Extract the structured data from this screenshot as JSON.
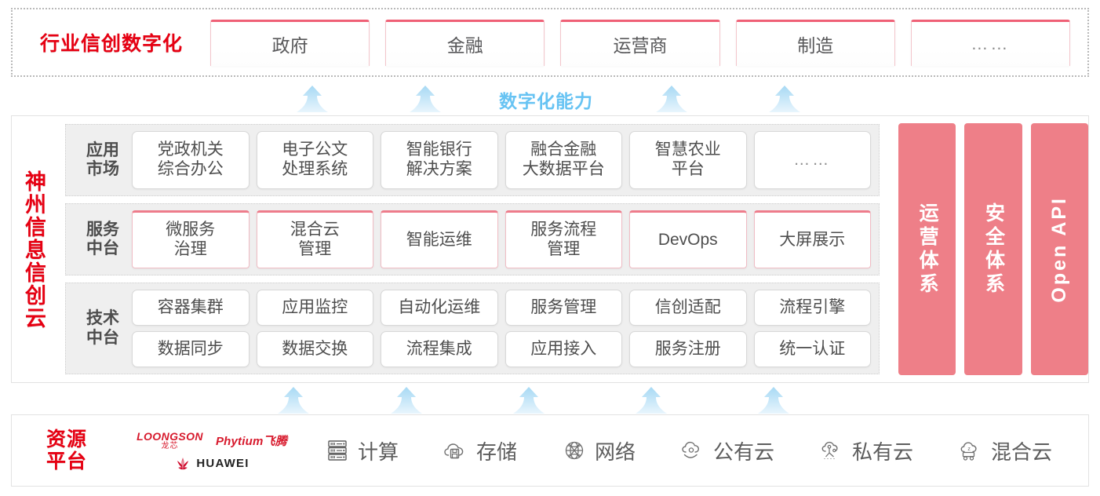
{
  "industry": {
    "title": "行业信创数字化",
    "cards": [
      {
        "label": "政府"
      },
      {
        "label": "金融"
      },
      {
        "label": "运营商"
      },
      {
        "label": "制造"
      },
      {
        "label": "……"
      }
    ]
  },
  "capability": {
    "label": "数字化能力",
    "color": "#67c3f3",
    "arrow_count": 4
  },
  "cloud": {
    "side_title": [
      "神",
      "州",
      "信",
      "息",
      "信",
      "创",
      "云"
    ],
    "side_title_text": "神州信息信创云",
    "layers": [
      {
        "name": "app-market",
        "label_lines": [
          "应用",
          "市场"
        ],
        "card_style": "plain",
        "cards": [
          {
            "lines": [
              "党政机关",
              "综合办公"
            ]
          },
          {
            "lines": [
              "电子公文",
              "处理系统"
            ]
          },
          {
            "lines": [
              "智能银行",
              "解决方案"
            ]
          },
          {
            "lines": [
              "融合金融",
              "大数据平台"
            ]
          },
          {
            "lines": [
              "智慧农业",
              "平台"
            ]
          },
          {
            "lines": [
              "……"
            ],
            "dots": true
          }
        ]
      },
      {
        "name": "service-platform",
        "label_lines": [
          "服务",
          "中台"
        ],
        "card_style": "pinked",
        "cards": [
          {
            "lines": [
              "微服务",
              "治理"
            ]
          },
          {
            "lines": [
              "混合云",
              "管理"
            ]
          },
          {
            "lines": [
              "智能运维"
            ]
          },
          {
            "lines": [
              "服务流程",
              "管理"
            ]
          },
          {
            "lines": [
              "DevOps"
            ]
          },
          {
            "lines": [
              "大屏展示"
            ]
          }
        ]
      },
      {
        "name": "tech-platform",
        "label_lines": [
          "技术",
          "中台"
        ],
        "card_style": "plain",
        "rows": [
          [
            {
              "lines": [
                "容器集群"
              ]
            },
            {
              "lines": [
                "应用监控"
              ]
            },
            {
              "lines": [
                "自动化运维"
              ]
            },
            {
              "lines": [
                "服务管理"
              ]
            },
            {
              "lines": [
                "信创适配"
              ]
            },
            {
              "lines": [
                "流程引擎"
              ]
            }
          ],
          [
            {
              "lines": [
                "数据同步"
              ]
            },
            {
              "lines": [
                "数据交换"
              ]
            },
            {
              "lines": [
                "流程集成"
              ]
            },
            {
              "lines": [
                "应用接入"
              ]
            },
            {
              "lines": [
                "服务注册"
              ]
            },
            {
              "lines": [
                "统一认证"
              ]
            }
          ]
        ]
      }
    ],
    "pillars": [
      {
        "name": "operation-system",
        "text": "运营体系",
        "latin": false
      },
      {
        "name": "security-system",
        "text": "安全体系",
        "latin": false
      },
      {
        "name": "open-api",
        "text": "Open API",
        "latin": true
      }
    ],
    "pillar_color": "#ee7f88"
  },
  "lower_arrows": {
    "arrow_count": 5
  },
  "resource": {
    "title_lines": [
      "资源",
      "平台"
    ],
    "vendors": [
      {
        "name": "loongson",
        "en": "LOONGSON",
        "cn": "龙芯"
      },
      {
        "name": "phytium",
        "text": "Phytium飞腾"
      },
      {
        "name": "huawei",
        "text": "HUAWEI"
      }
    ],
    "items": [
      {
        "icon": "server-icon",
        "label": "计算"
      },
      {
        "icon": "cloud-storage-icon",
        "label": "存储"
      },
      {
        "icon": "network-globe-icon",
        "label": "网络"
      },
      {
        "icon": "public-cloud-icon",
        "label": "公有云"
      },
      {
        "icon": "private-cloud-icon",
        "label": "私有云"
      },
      {
        "icon": "hybrid-cloud-icon",
        "label": "混合云"
      }
    ]
  },
  "colors": {
    "brand_red": "#e60012",
    "pink": "#ee7f88",
    "card_border_pink": "#f0bcc4",
    "arrow_blue": "#bfe3f7",
    "capability_blue": "#67c3f3"
  }
}
